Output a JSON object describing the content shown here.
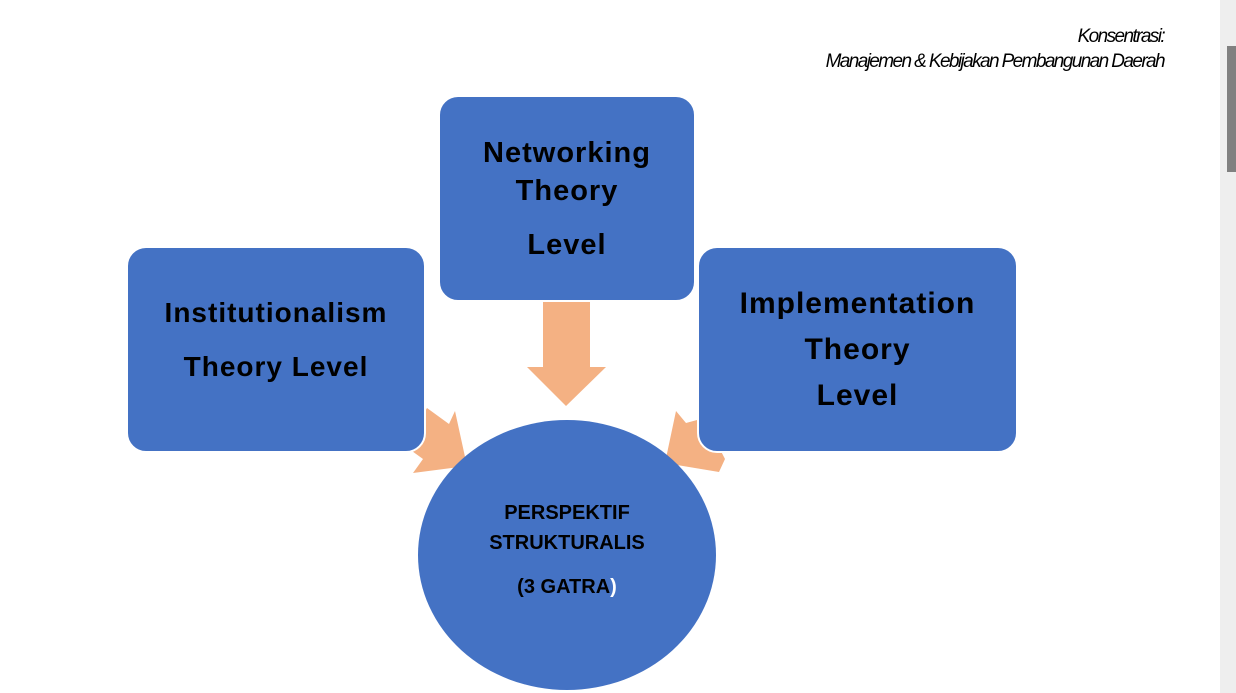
{
  "header": {
    "line1": "Konsentrasi:",
    "line2": "Manajemen & Kebijakan Pembangunan Daerah"
  },
  "diagram": {
    "top_box": [
      "Networking",
      "Theory",
      "Level"
    ],
    "left_box": [
      "Institutionalism",
      "Theory Level"
    ],
    "right_box": [
      "Implementation",
      "Theory",
      "Level"
    ],
    "center": {
      "line1": "PERSPEKTIF",
      "line2": "STRUKTURALIS",
      "line3": "(3 GATRA",
      "line3_end": ")"
    }
  },
  "colors": {
    "box_fill": "#4472c4",
    "arrow_fill": "#f4b183",
    "background": "#ffffff",
    "scrollbar_track": "#eeeeee",
    "scrollbar_thumb": "#808080"
  },
  "scroll": {
    "position_fraction": 0.0
  }
}
